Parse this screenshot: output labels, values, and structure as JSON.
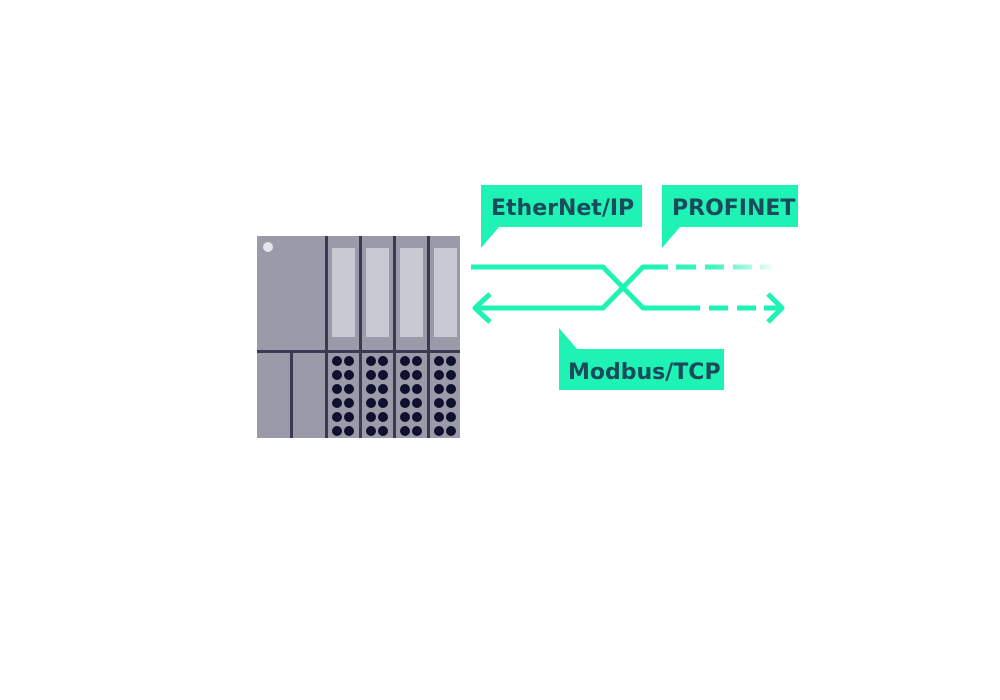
{
  "colors": {
    "accent": "#1EF2B4",
    "accent_dark": "#18D9A6",
    "label_text": "#1B4B5A",
    "device_gray": "#9A9AA8",
    "device_light": "#C9C9D3",
    "device_divider": "#3A3A52",
    "terminal_hole": "#0F0F2E"
  },
  "protocols": {
    "ethernet_ip": "EtherNet/IP",
    "profinet": "PROFINET",
    "modbus_tcp": "Modbus/TCP"
  }
}
